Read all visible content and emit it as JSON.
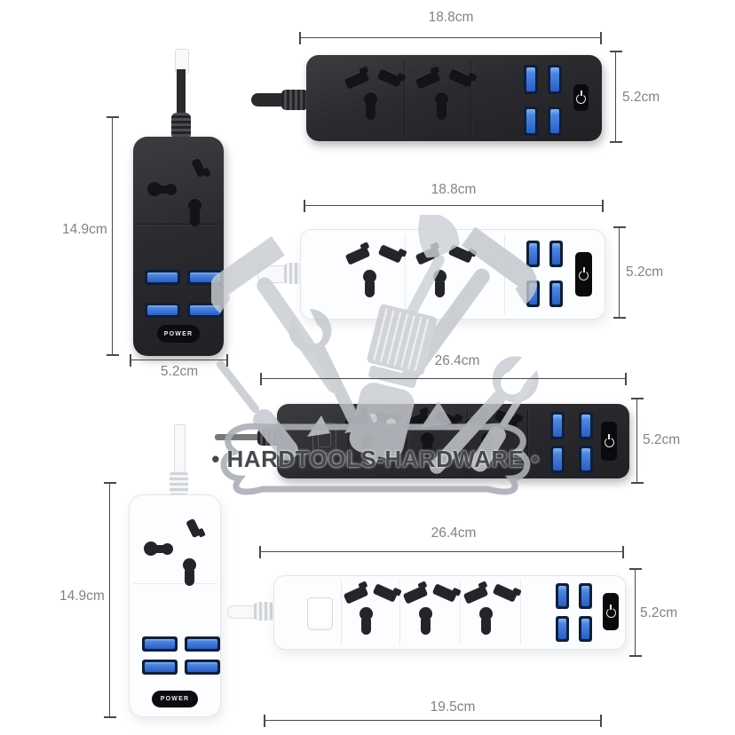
{
  "watermark": {
    "brand": "• HARDTOOLS-HARDWARE •"
  },
  "power_label": "POWER",
  "products": [
    {
      "id": "black-compact-vertical",
      "body": "black",
      "sockets": 1,
      "usb_ports": 4,
      "height_label": "14.9cm",
      "width_label": "5.2cm"
    },
    {
      "id": "black-2-socket-strip",
      "body": "black",
      "sockets": 2,
      "usb_ports": 4,
      "width_label": "18.8cm",
      "height_label": "5.2cm"
    },
    {
      "id": "white-2-socket-strip",
      "body": "white",
      "sockets": 2,
      "usb_ports": 4,
      "width_label": "18.8cm",
      "height_label": "5.2cm"
    },
    {
      "id": "black-3-socket-strip",
      "body": "black",
      "sockets": 3,
      "usb_ports": 4,
      "width_label": "26.4cm",
      "height_label": "5.2cm"
    },
    {
      "id": "white-compact-vertical",
      "body": "white",
      "sockets": 1,
      "usb_ports": 4,
      "height_label": "14.9cm"
    },
    {
      "id": "white-3-socket-strip",
      "body": "white",
      "sockets": 3,
      "usb_ports": 4,
      "width_label": "26.4cm",
      "height_label": "5.2cm",
      "panel_width_label": "19.5cm"
    }
  ],
  "colors": {
    "background": "#ffffff",
    "black_body": "#2b2b2f",
    "white_body": "#fcfdfe",
    "usb_blue": "#4c86e0",
    "dimension_line": "#47494d",
    "dimension_text": "#7e8388",
    "watermark_gray": "#c8cbd1",
    "banner_text": "#45494e"
  }
}
